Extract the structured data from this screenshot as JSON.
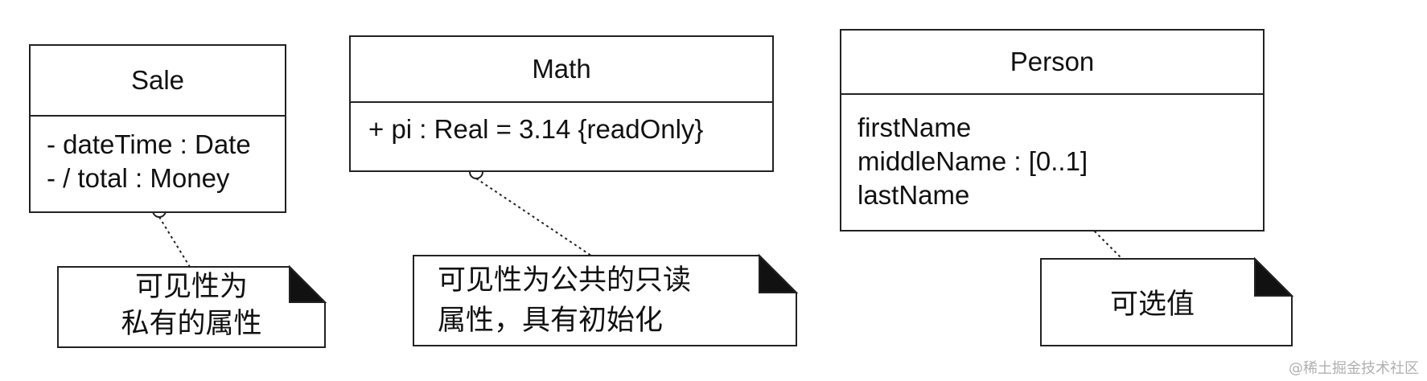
{
  "classes": [
    {
      "name": "Sale",
      "attributes": [
        "- dateTime : Date",
        "- / total : Money"
      ]
    },
    {
      "name": "Math",
      "attributes": [
        "+ pi : Real = 3.14 {readOnly}"
      ]
    },
    {
      "name": "Person",
      "attributes": [
        "firstName",
        "middleName : [0..1]",
        "lastName"
      ]
    }
  ],
  "notes": [
    {
      "lines": [
        "可见性为",
        "私有的属性"
      ]
    },
    {
      "lines": [
        "可见性为公共的只读",
        "属性，具有初始化"
      ]
    },
    {
      "lines": [
        "可选值"
      ]
    }
  ],
  "watermark": "@稀土掘金技术社区"
}
